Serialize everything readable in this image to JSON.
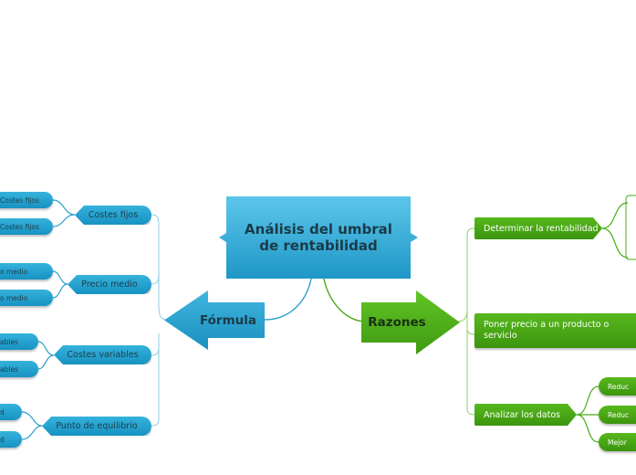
{
  "central_topic": {
    "line1": "Análisis del umbral",
    "line2": "de rentabilidad"
  },
  "left_branch": {
    "label": "Fórmula",
    "color": "#1a9ccb",
    "topics": [
      {
        "label": "Costes fijos",
        "subtopics": [
          "Costes fijos",
          "Costes fijos"
        ]
      },
      {
        "label": "Precio medio",
        "subtopics": [
          "o medio",
          "o medio"
        ]
      },
      {
        "label": "Costes variables",
        "subtopics": [
          "ables",
          "ables"
        ]
      },
      {
        "label": "Punto de equilibrio",
        "subtopics": [
          "d",
          "d"
        ]
      }
    ]
  },
  "right_branch": {
    "label": "Razones",
    "color": "#48a815",
    "topics": [
      {
        "label": "Determinar la rentabilidad",
        "subtopics": []
      },
      {
        "label": "Poner precio a un producto o servicio",
        "subtopics": []
      },
      {
        "label": "Analizar los datos",
        "subtopics": [
          "Reduc",
          "Reduc",
          "Mejor"
        ]
      }
    ]
  }
}
